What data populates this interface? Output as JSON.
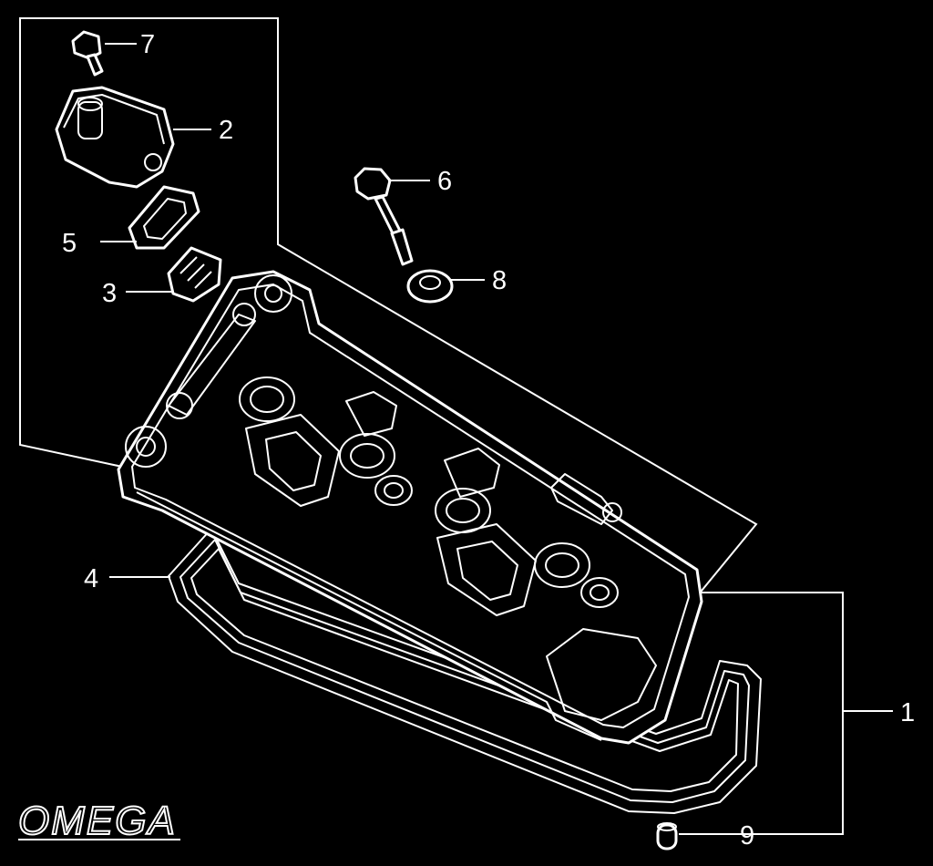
{
  "brand": {
    "logo_text": "OMEGA"
  },
  "callouts": [
    {
      "id": "1",
      "label": "1"
    },
    {
      "id": "2",
      "label": "2"
    },
    {
      "id": "3",
      "label": "3"
    },
    {
      "id": "4",
      "label": "4"
    },
    {
      "id": "5",
      "label": "5"
    },
    {
      "id": "6",
      "label": "6"
    },
    {
      "id": "7",
      "label": "7"
    },
    {
      "id": "8",
      "label": "8"
    },
    {
      "id": "9",
      "label": "9"
    }
  ],
  "parts": [
    {
      "callout": "1",
      "icon": "cylinder-head-cover-icon"
    },
    {
      "callout": "2",
      "icon": "ignition-coil-icon"
    },
    {
      "callout": "3",
      "icon": "connector-icon"
    },
    {
      "callout": "4",
      "icon": "cover-gasket-icon"
    },
    {
      "callout": "5",
      "icon": "coil-seal-icon"
    },
    {
      "callout": "6",
      "icon": "cover-bolt-icon"
    },
    {
      "callout": "7",
      "icon": "flange-bolt-icon"
    },
    {
      "callout": "8",
      "icon": "bolt-washer-icon"
    },
    {
      "callout": "9",
      "icon": "dowel-pin-icon"
    }
  ]
}
